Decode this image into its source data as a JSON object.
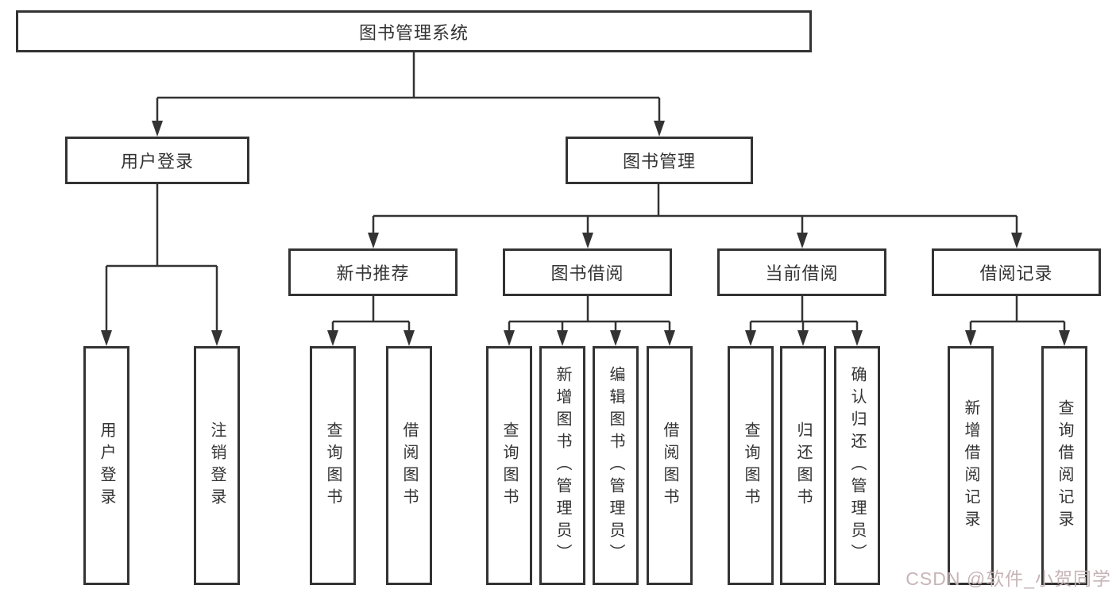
{
  "diagram": {
    "root": {
      "label": "图书管理系统"
    },
    "branches": [
      {
        "label": "用户登录",
        "children": [
          {
            "label": "用户登录"
          },
          {
            "label": "注销登录"
          }
        ]
      },
      {
        "label": "图书管理",
        "children": [
          {
            "label": "新书推荐",
            "children": [
              {
                "label": "查询图书"
              },
              {
                "label": "借阅图书"
              }
            ]
          },
          {
            "label": "图书借阅",
            "children": [
              {
                "label": "查询图书"
              },
              {
                "label": "新增图书（管理员）"
              },
              {
                "label": "编辑图书（管理员）"
              },
              {
                "label": "借阅图书"
              }
            ]
          },
          {
            "label": "当前借阅",
            "children": [
              {
                "label": "查询图书"
              },
              {
                "label": "归还图书"
              },
              {
                "label": "确认归还（管理员）"
              }
            ]
          },
          {
            "label": "借阅记录",
            "children": [
              {
                "label": "新增借阅记录"
              },
              {
                "label": "查询借阅记录"
              }
            ]
          }
        ]
      }
    ]
  },
  "colors": {
    "line": "#333333",
    "box_border": "#333333",
    "text": "#333333",
    "watermark": "#c7b4b7"
  },
  "watermark": {
    "text": "CSDN @软件_小贺同学"
  }
}
